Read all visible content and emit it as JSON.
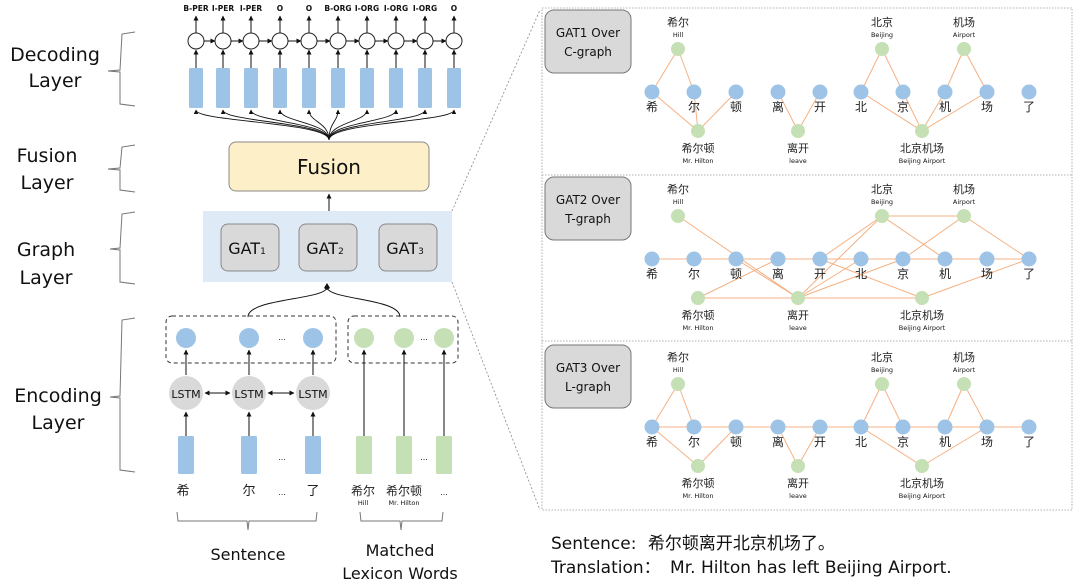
{
  "layers": {
    "decoding": [
      "Decoding",
      "Layer"
    ],
    "fusion": [
      "Fusion",
      "Layer"
    ],
    "graph": [
      "Graph",
      "Layer"
    ],
    "encoding": [
      "Encoding",
      "Layer"
    ]
  },
  "decoding": {
    "tags": [
      "B-PER",
      "I-PER",
      "I-PER",
      "O",
      "O",
      "B-ORG",
      "I-ORG",
      "I-ORG",
      "I-ORG",
      "O"
    ]
  },
  "fusion": {
    "label": "Fusion"
  },
  "graph_layer": {
    "gats": [
      {
        "base": "GAT",
        "sub": "1"
      },
      {
        "base": "GAT",
        "sub": "2"
      },
      {
        "base": "GAT",
        "sub": "3"
      }
    ]
  },
  "encoding": {
    "lstm_label": "LSTM",
    "ellipsis": "...",
    "sentence_chars": [
      "希",
      "尔",
      "...",
      "了"
    ],
    "lexicon_words": [
      {
        "zh": "希尔",
        "en": "Hill"
      },
      {
        "zh": "希尔顿",
        "en": "Mr. Hilton"
      },
      {
        "zh": "...",
        "en": ""
      }
    ],
    "sentence_group": "Sentence",
    "lexicon_group": [
      "Matched",
      "Lexicon Words"
    ]
  },
  "graphs": {
    "chars": [
      "希",
      "尔",
      "顿",
      "离",
      "开",
      "北",
      "京",
      "机",
      "场",
      "了"
    ],
    "words_top": [
      {
        "zh": "希尔",
        "en": "Hill"
      },
      {
        "zh": "北京",
        "en": "Beijing"
      },
      {
        "zh": "机场",
        "en": "Airport"
      }
    ],
    "words_bottom": [
      {
        "zh": "希尔顿",
        "en": "Mr. Hilton"
      },
      {
        "zh": "离开",
        "en": "leave"
      },
      {
        "zh": "北京机场",
        "en": "Beijing Airport"
      }
    ],
    "panels": [
      {
        "title": [
          "GAT1 Over",
          "C-graph"
        ],
        "type": "C"
      },
      {
        "title": [
          "GAT2 Over",
          "T-graph"
        ],
        "type": "T"
      },
      {
        "title": [
          "GAT3 Over",
          "L-graph"
        ],
        "type": "L"
      }
    ]
  },
  "caption": {
    "sentence_label": "Sentence:",
    "sentence": "希尔顿离开北京机场了。",
    "translation_label": "Translation：",
    "translation": "Mr. Hilton has left Beijing Airport."
  },
  "colors": {
    "blue_node": "#9dc3e6",
    "green_node": "#c5e0b4",
    "edge": "#f4b183",
    "fusion_fill": "#fdefc7",
    "graph_bg": "#deebf7",
    "gat_fill": "#d9d9d9"
  }
}
